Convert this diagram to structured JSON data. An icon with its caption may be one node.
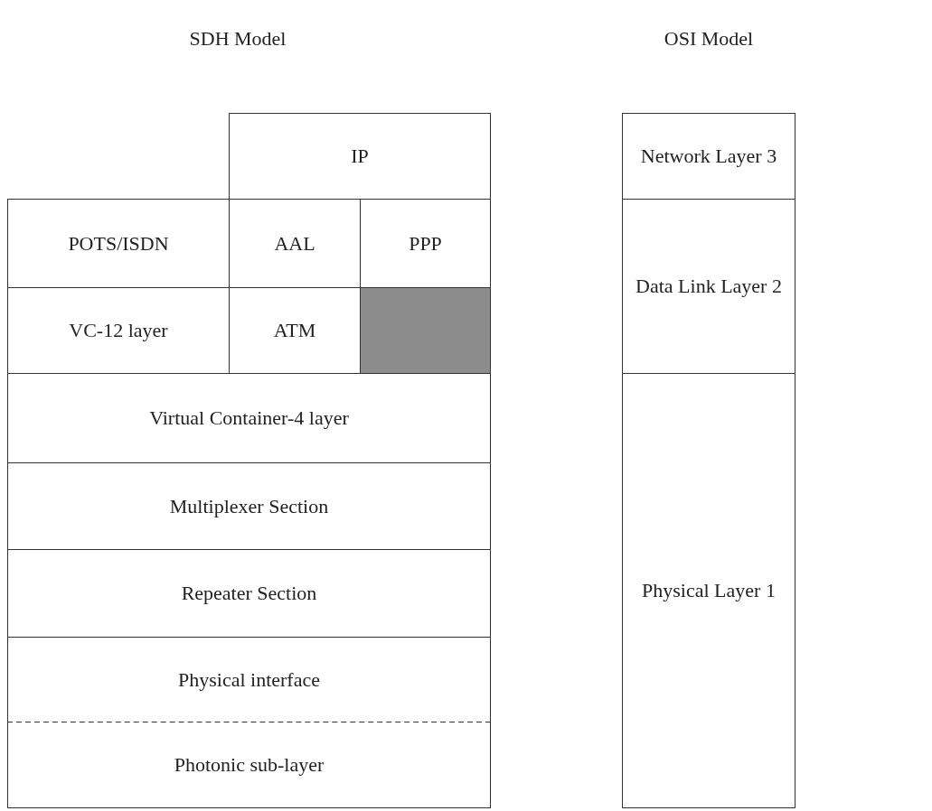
{
  "diagram": {
    "nodes": [
      {
        "text": [
          "IP"
        ]
      },
      {
        "text": [
          "POTS/ISDN"
        ]
      },
      {
        "text": [
          "AAL"
        ]
      },
      {
        "text": [
          "PPP"
        ]
      },
      {
        "text": [
          "VC-12 layer"
        ]
      },
      {
        "text": [
          "ATM"
        ]
      },
      {
        "text": [],
        "shape": "box"
      },
      {
        "text": [
          "Virtual Container-4 layer"
        ]
      },
      {
        "text": [
          "Multiplexer Section"
        ]
      },
      {
        "text": [
          "Repeater Section"
        ]
      },
      {
        "text": [
          "Physical interface"
        ]
      },
      {
        "text": [
          "Photonic sub-layer"
        ]
      },
      {
        "text": [
          "Network Layer 3"
        ]
      },
      {
        "text": [
          "Data Link Layer 2"
        ]
      },
      {
        "text": [
          "Physical Layer 1"
        ]
      }
    ],
    "labels": [
      "SDH Model",
      "OSI Model"
    ]
  }
}
